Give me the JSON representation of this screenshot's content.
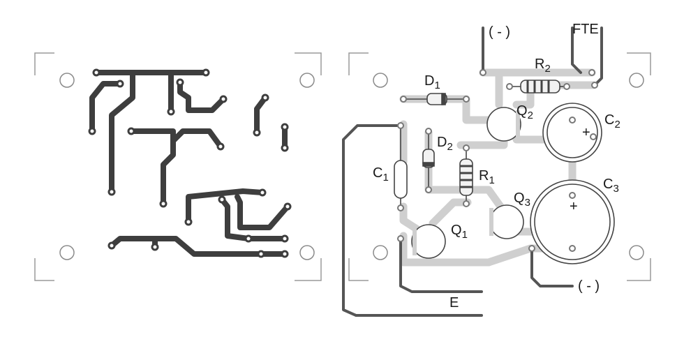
{
  "colors": {
    "background": "#ffffff",
    "copper_trace": "#3e3e3e",
    "silk_trace": "#cfcfcf",
    "wire": "#555555",
    "outline": "#9a9a9a"
  },
  "labels": {
    "d1": {
      "main": "D",
      "sub": "1"
    },
    "d2": {
      "main": "D",
      "sub": "2"
    },
    "c1": {
      "main": "C",
      "sub": "1"
    },
    "c2": {
      "main": "C",
      "sub": "2"
    },
    "c3": {
      "main": "C",
      "sub": "3"
    },
    "r1": {
      "main": "R",
      "sub": "1"
    },
    "r2": {
      "main": "R",
      "sub": "2"
    },
    "q1": {
      "main": "Q",
      "sub": "1"
    },
    "q2": {
      "main": "Q",
      "sub": "2"
    },
    "q3": {
      "main": "Q",
      "sub": "3"
    },
    "neg_top": "( - )",
    "neg_bottom": "( - )",
    "fte": "FTE",
    "e": "E",
    "plus_c2": "+",
    "plus_c3": "+"
  }
}
